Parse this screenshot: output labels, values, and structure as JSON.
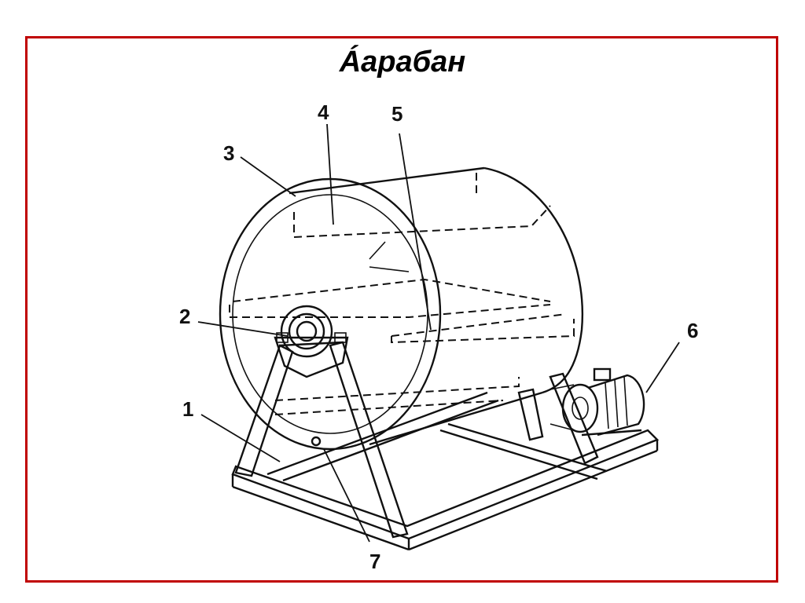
{
  "slide": {
    "title": "Áарабан",
    "frame_color": "#c00000"
  },
  "callouts": [
    {
      "label": "1"
    },
    {
      "label": "2"
    },
    {
      "label": "3"
    },
    {
      "label": "4"
    },
    {
      "label": "5"
    },
    {
      "label": "6"
    },
    {
      "label": "7"
    }
  ]
}
